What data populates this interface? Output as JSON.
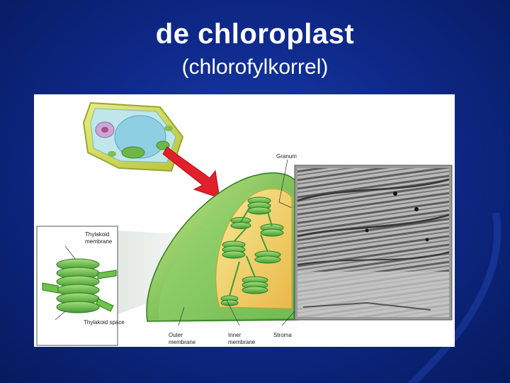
{
  "slide": {
    "title": "de chloroplast",
    "subtitle": "(chlorofylkorrel)"
  },
  "figure": {
    "labels": {
      "granum": "Granum",
      "thylakoid_membrane_line1": "Thylakoid",
      "thylakoid_membrane_line2": "membrane",
      "thylakoid_space": "Thylakoid space",
      "outer_membrane_line1": "Outer",
      "outer_membrane_line2": "membrane",
      "inner_membrane_line1": "Inner",
      "inner_membrane_line2": "membrane",
      "stroma": "Stroma"
    }
  },
  "colors": {
    "background": "#0f2a8c",
    "title_text": "#ffffff",
    "membrane_green": "#6cc24a",
    "stroma_yellow": "#f2d65a",
    "arrow_red": "#e0202a",
    "em_gray": "#8a8a8a"
  }
}
